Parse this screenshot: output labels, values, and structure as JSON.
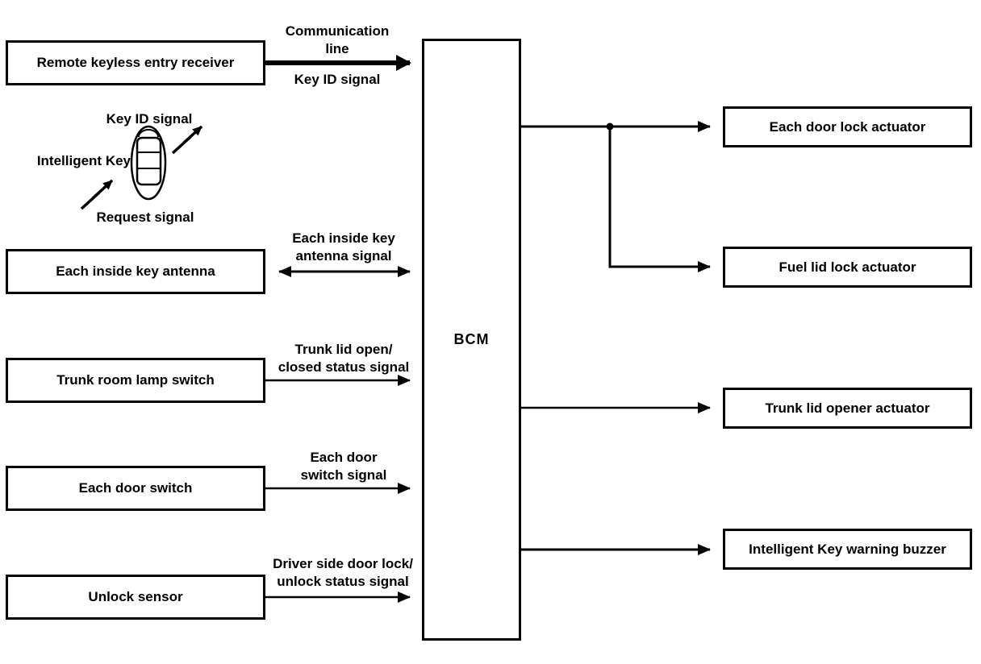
{
  "boxes": {
    "bcm": "BCM",
    "inputs": [
      {
        "label": "Remote keyless entry receiver"
      },
      {
        "label": "Each inside key antenna"
      },
      {
        "label": "Trunk room lamp switch"
      },
      {
        "label": "Each door switch"
      },
      {
        "label": "Unlock sensor"
      }
    ],
    "outputs": [
      {
        "label": "Each door lock actuator"
      },
      {
        "label": "Fuel lid lock actuator"
      },
      {
        "label": "Trunk lid opener actuator"
      },
      {
        "label": "Intelligent Key warning buzzer"
      }
    ]
  },
  "signals": {
    "communication": {
      "line1": "Communication",
      "line2": "line",
      "sub": "Key ID signal"
    },
    "inside_key_antenna": {
      "line1": "Each inside key",
      "line2": "antenna signal"
    },
    "trunk_lid": {
      "line1": "Trunk lid open/",
      "line2": "closed status signal"
    },
    "door_switch": {
      "line1": "Each door",
      "line2": "switch signal"
    },
    "door_lock": {
      "line1": "Driver side door lock/",
      "line2": "unlock status signal"
    }
  },
  "intelligent_key": {
    "label": "Intelligent Key",
    "key_id_signal": "Key ID signal",
    "request_signal": "Request signal"
  },
  "colors": {
    "line": "#000000",
    "background": "#ffffff"
  }
}
